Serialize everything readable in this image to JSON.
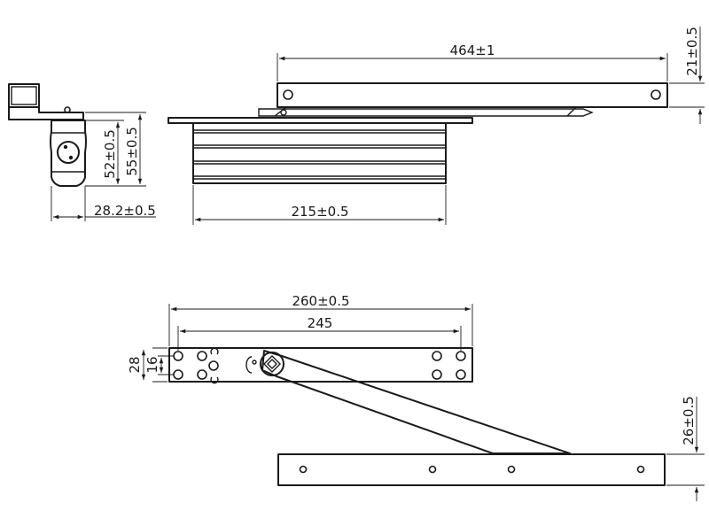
{
  "dimensions": {
    "arm_length": "464±1",
    "arm_height": "21±0.5",
    "body_height_inner": "52±0.5",
    "body_height_outer": "55±0.5",
    "body_depth": "28.2±0.5",
    "body_length": "215±0.5",
    "channel_length": "260±0.5",
    "hole_spacing": "245",
    "channel_height": "28",
    "hole_vertical_spacing": "16",
    "rail_height": "26±0.5"
  },
  "colors": {
    "line": "#1a1a1a",
    "background": "#ffffff"
  }
}
